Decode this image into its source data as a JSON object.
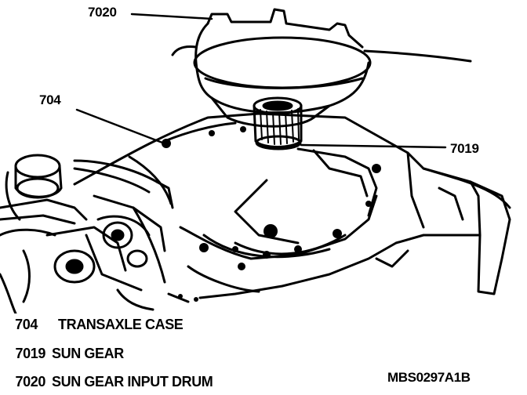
{
  "callouts": {
    "c7020": "7020",
    "c704": "704",
    "c7019": "7019"
  },
  "legend": [
    {
      "number": "704",
      "text": "TRANSAXLE CASE"
    },
    {
      "number": "7019",
      "text": "SUN GEAR"
    },
    {
      "number": "7020",
      "text": "SUN GEAR INPUT DRUM"
    }
  ],
  "figure_code": "MBS0297A1B"
}
